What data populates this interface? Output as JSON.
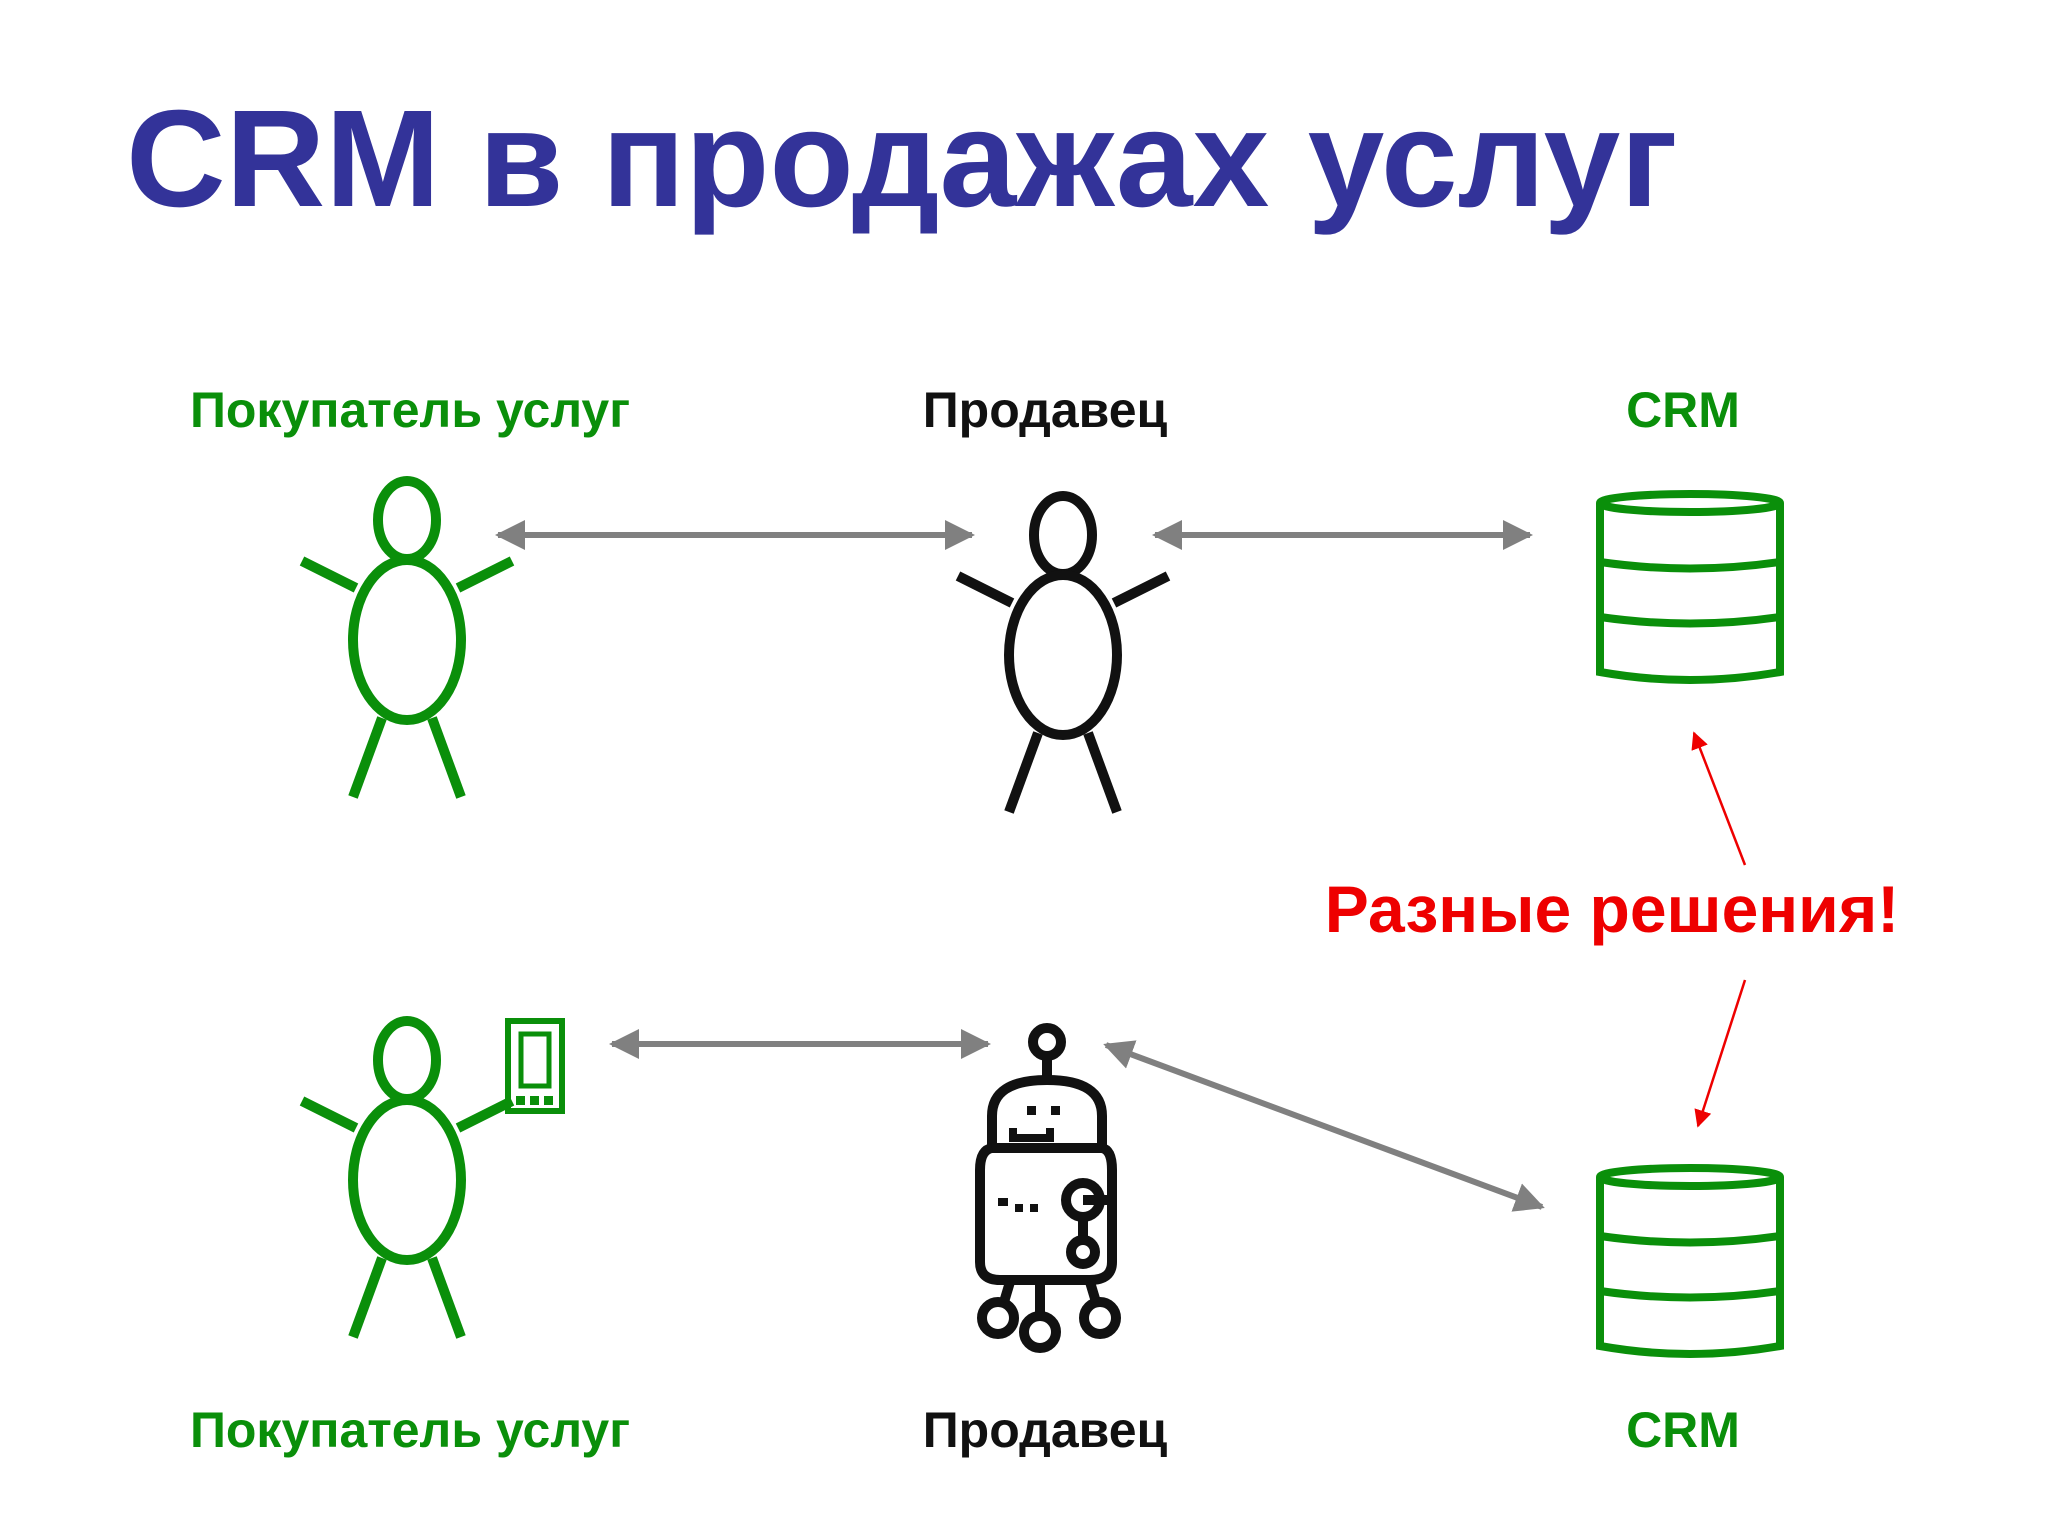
{
  "title": "CRM в продажах услуг",
  "top_row": {
    "buyer_label": "Покупатель услуг",
    "seller_label": "Продавец",
    "crm_label": "CRM"
  },
  "bottom_row": {
    "buyer_label": "Покупатель услуг",
    "seller_label": "Продавец",
    "crm_label": "CRM"
  },
  "note": "Разные решения!",
  "colors": {
    "title": "#333399",
    "green": "#0a8f0a",
    "black": "#111111",
    "arrow_gray": "#808080",
    "red": "#ee0000"
  },
  "icons": {
    "top_buyer": "stick-figure-icon",
    "top_seller": "stick-figure-icon",
    "top_crm": "database-icon",
    "bottom_buyer": "stick-figure-icon",
    "bottom_buyer_device": "smartphone-icon",
    "bottom_seller": "robot-icon",
    "bottom_crm": "database-icon"
  }
}
